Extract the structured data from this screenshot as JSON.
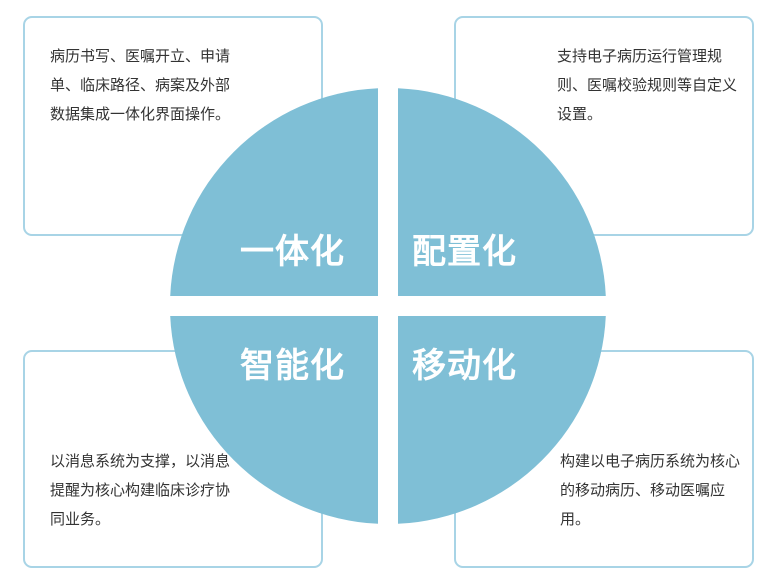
{
  "colors": {
    "quadrant_fill": "#7fbfd6",
    "box_border": "#a8d4e6",
    "label_text": "#ffffff",
    "body_text": "#333333"
  },
  "quadrants": {
    "top_left": {
      "label": "一体化",
      "description": "病历书写、医嘱开立、申请单、临床路径、病案及外部数据集成一体化界面操作。"
    },
    "top_right": {
      "label": "配置化",
      "description": "支持电子病历运行管理规则、医嘱校验规则等自定义设置。"
    },
    "bottom_left": {
      "label": "智能化",
      "description": "以消息系统为支撑，以消息提醒为核心构建临床诊疗协同业务。"
    },
    "bottom_right": {
      "label": "移动化",
      "description": "构建以电子病历系统为核心的移动病历、移动医嘱应用。"
    }
  }
}
